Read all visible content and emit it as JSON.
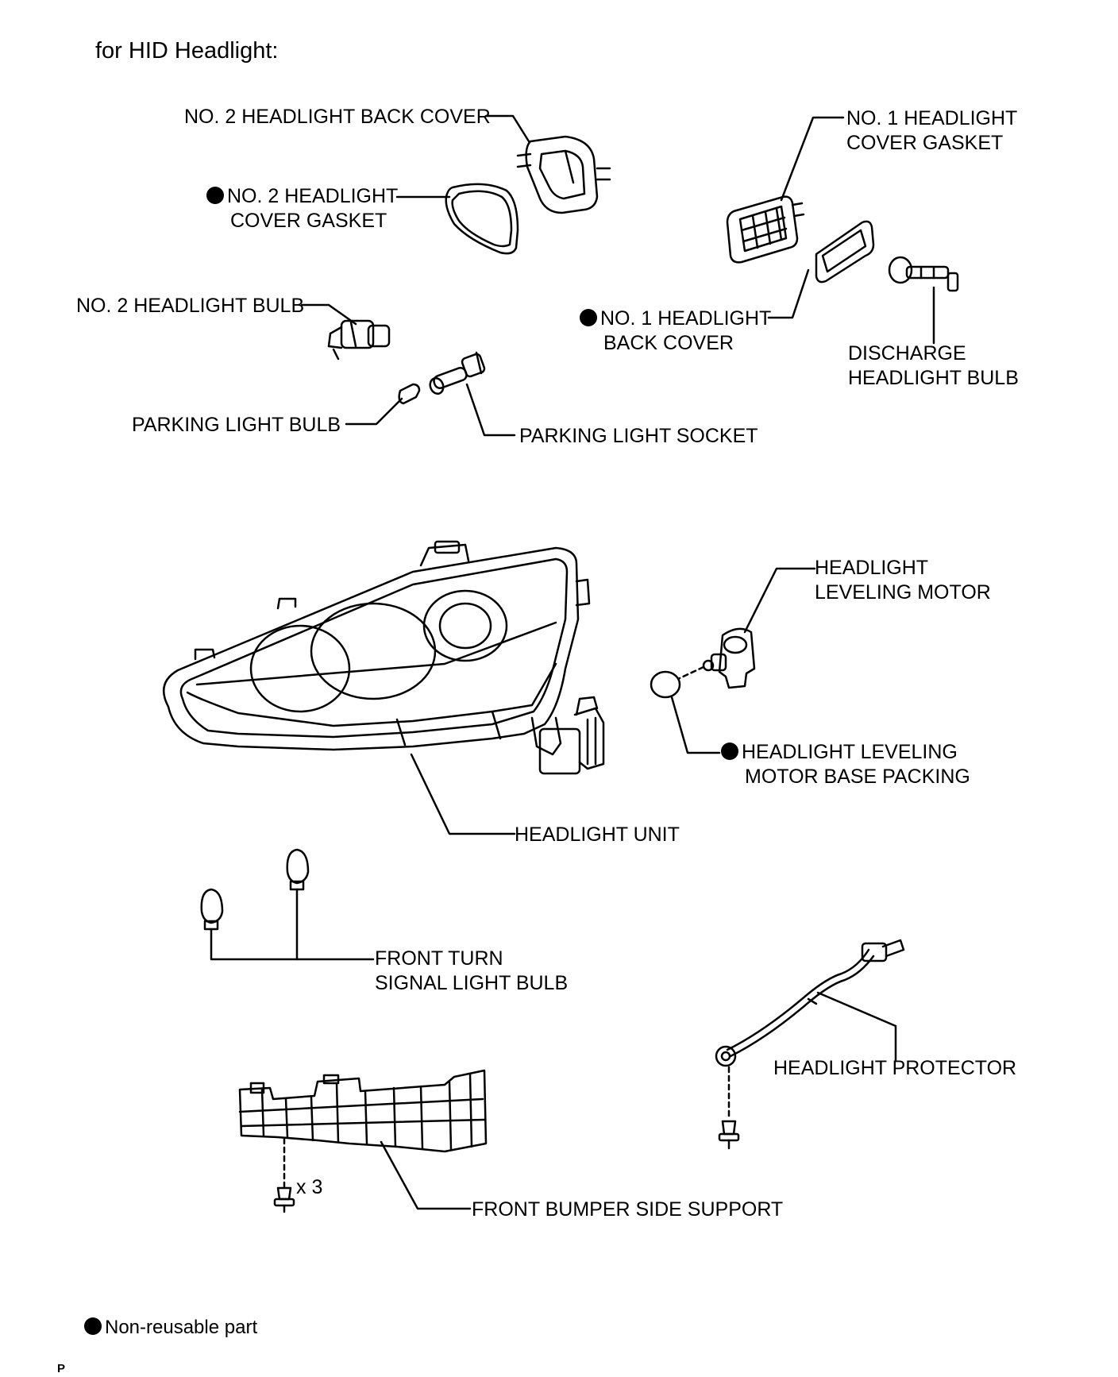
{
  "title": "for HID Headlight:",
  "parts": {
    "no2_back_cover": {
      "lines": [
        "NO. 2 HEADLIGHT BACK COVER"
      ],
      "non_reusable": false
    },
    "no2_cover_gasket": {
      "lines": [
        "NO. 2 HEADLIGHT",
        "COVER GASKET"
      ],
      "non_reusable": true
    },
    "no1_cover_gasket": {
      "lines": [
        "NO. 1 HEADLIGHT",
        "COVER GASKET"
      ],
      "non_reusable": false
    },
    "no2_bulb": {
      "lines": [
        "NO. 2 HEADLIGHT BULB"
      ],
      "non_reusable": false
    },
    "no1_back_cover": {
      "lines": [
        "NO. 1 HEADLIGHT",
        "BACK COVER"
      ],
      "non_reusable": true
    },
    "discharge_bulb": {
      "lines": [
        "DISCHARGE",
        "HEADLIGHT BULB"
      ],
      "non_reusable": false
    },
    "parking_bulb": {
      "lines": [
        "PARKING LIGHT BULB"
      ],
      "non_reusable": false
    },
    "parking_socket": {
      "lines": [
        "PARKING LIGHT SOCKET"
      ],
      "non_reusable": false
    },
    "leveling_motor": {
      "lines": [
        "HEADLIGHT",
        "LEVELING MOTOR"
      ],
      "non_reusable": false
    },
    "motor_base_packing": {
      "lines": [
        "HEADLIGHT LEVELING",
        "MOTOR BASE PACKING"
      ],
      "non_reusable": true
    },
    "headlight_unit": {
      "lines": [
        "HEADLIGHT UNIT"
      ],
      "non_reusable": false
    },
    "turn_signal_bulb": {
      "lines": [
        "FRONT TURN",
        "SIGNAL LIGHT BULB"
      ],
      "non_reusable": false
    },
    "headlight_protector": {
      "lines": [
        "HEADLIGHT PROTECTOR"
      ],
      "non_reusable": false
    },
    "bumper_side_support": {
      "lines": [
        "FRONT BUMPER SIDE SUPPORT"
      ],
      "non_reusable": false
    }
  },
  "screw_quantity": "x 3",
  "legend": {
    "symbol": "filled-circle",
    "text": "Non-reusable part"
  },
  "corner_mark": "P"
}
